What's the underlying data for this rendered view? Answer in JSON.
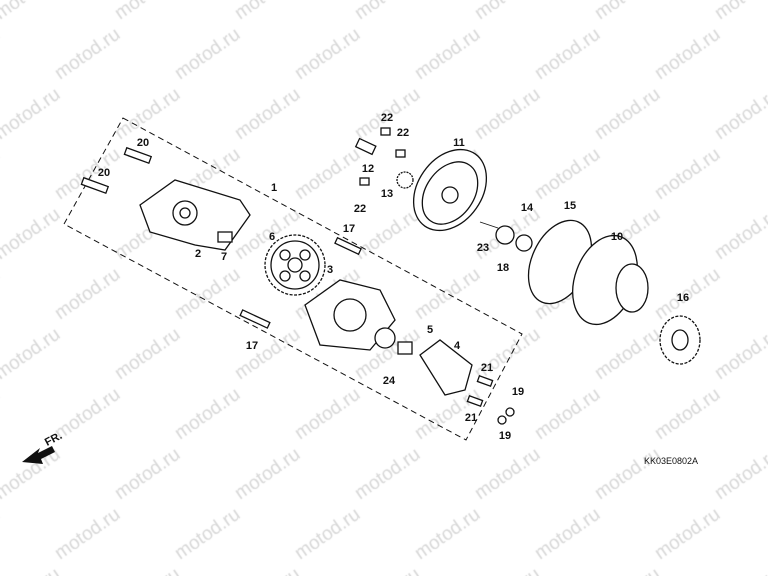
{
  "watermark": "motod.ru",
  "diagram_code": "KK03E0802A",
  "direction_label": "FR.",
  "part_labels": [
    "20",
    "20",
    "1",
    "2",
    "7",
    "6",
    "17",
    "3",
    "17",
    "22",
    "22",
    "12",
    "22",
    "13",
    "11",
    "23",
    "18",
    "14",
    "15",
    "10",
    "16",
    "5",
    "4",
    "24",
    "21",
    "21",
    "19",
    "19"
  ],
  "colors": {
    "line": "#111111",
    "watermark": "#d8d8d8",
    "background": "#ffffff"
  }
}
